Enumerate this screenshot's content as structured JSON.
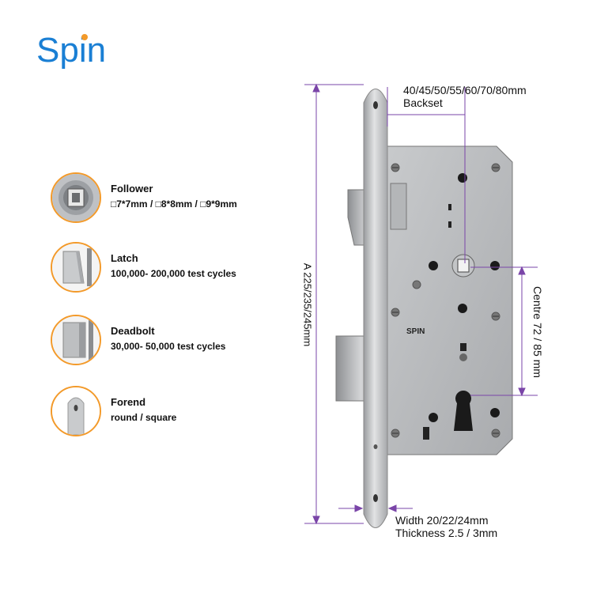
{
  "brand": {
    "logo_text": "Spin",
    "logo_color": "#1a7fd4",
    "accent_color": "#f39a2a",
    "dimension_color": "#7a45a8"
  },
  "features": [
    {
      "title": "Follower",
      "desc": "□7*7mm / □8*8mm / □9*9mm",
      "icon": "follower-spindle-icon"
    },
    {
      "title": "Latch",
      "desc": "100,000- 200,000 test cycles",
      "icon": "latch-bolt-icon"
    },
    {
      "title": "Deadbolt",
      "desc": "30,000- 50,000 test cycles",
      "icon": "deadbolt-icon"
    },
    {
      "title": "Forend",
      "desc": "round / square",
      "icon": "forend-plate-icon"
    }
  ],
  "dimensions": {
    "backset_values": "40/45/50/55/60/70/80mm",
    "backset_label": "Backset",
    "height_label": "A 225/235/245mm",
    "centre_label": "Centre  72 / 85 mm",
    "width_label": "Width 20/22/24mm",
    "thickness_label": "Thickness 2.5 / 3mm"
  },
  "product": {
    "stamp_text": "SPIN"
  }
}
